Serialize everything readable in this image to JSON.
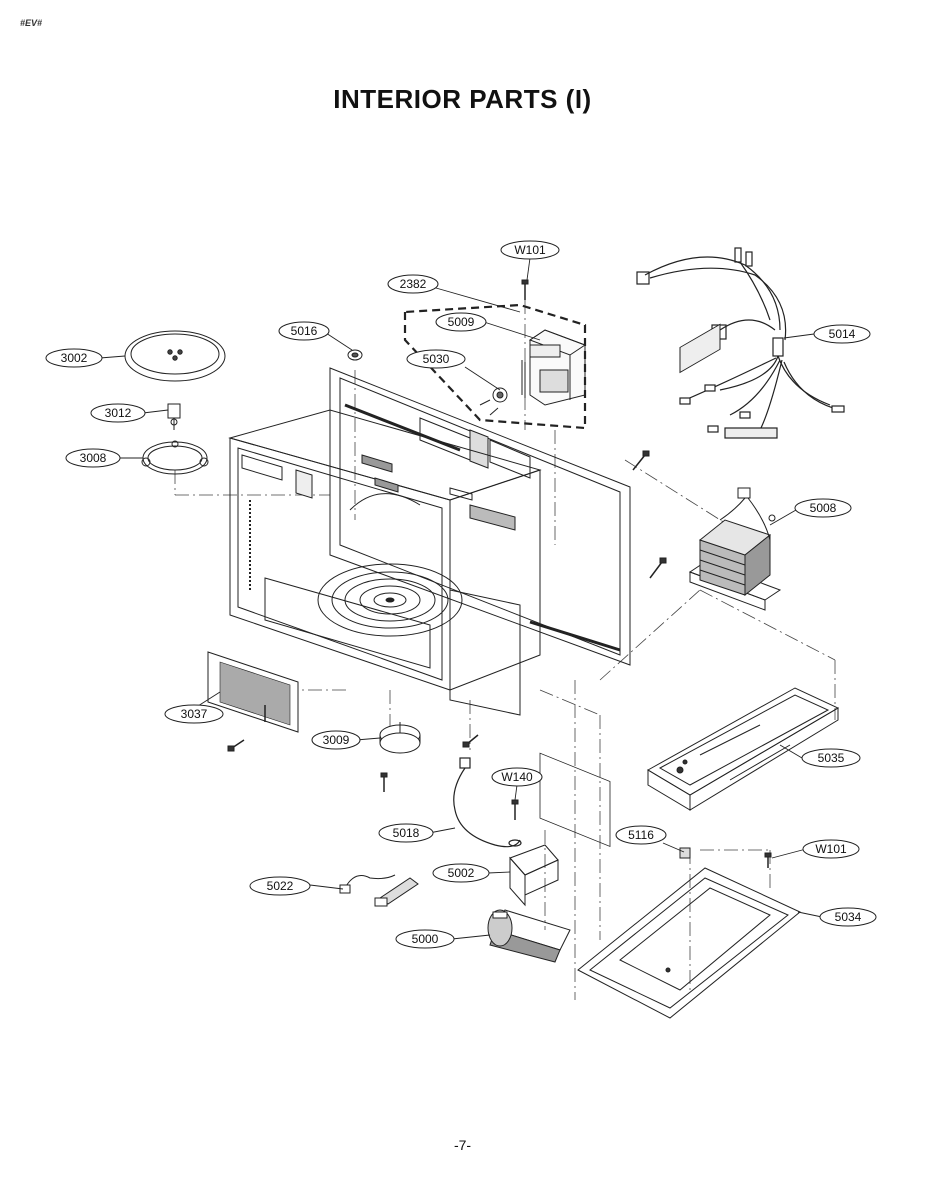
{
  "header_mark": "#EV#",
  "title": "INTERIOR PARTS (I)",
  "page_number": "-7-",
  "callouts": [
    {
      "id": "w101_top",
      "label": "W101"
    },
    {
      "id": "c2382",
      "label": "2382"
    },
    {
      "id": "c5009",
      "label": "5009"
    },
    {
      "id": "c5030",
      "label": "5030"
    },
    {
      "id": "c5016",
      "label": "5016"
    },
    {
      "id": "c3002",
      "label": "3002"
    },
    {
      "id": "c3012",
      "label": "3012"
    },
    {
      "id": "c3008",
      "label": "3008"
    },
    {
      "id": "c5014",
      "label": "5014"
    },
    {
      "id": "c5008",
      "label": "5008"
    },
    {
      "id": "c3037",
      "label": "3037"
    },
    {
      "id": "c3009",
      "label": "3009"
    },
    {
      "id": "c5035",
      "label": "5035"
    },
    {
      "id": "w140",
      "label": "W140"
    },
    {
      "id": "c5018",
      "label": "5018"
    },
    {
      "id": "c5116",
      "label": "5116"
    },
    {
      "id": "w101_right",
      "label": "W101"
    },
    {
      "id": "c5002",
      "label": "5002"
    },
    {
      "id": "c5022",
      "label": "5022"
    },
    {
      "id": "c5034",
      "label": "5034"
    },
    {
      "id": "c5000",
      "label": "5000"
    }
  ]
}
